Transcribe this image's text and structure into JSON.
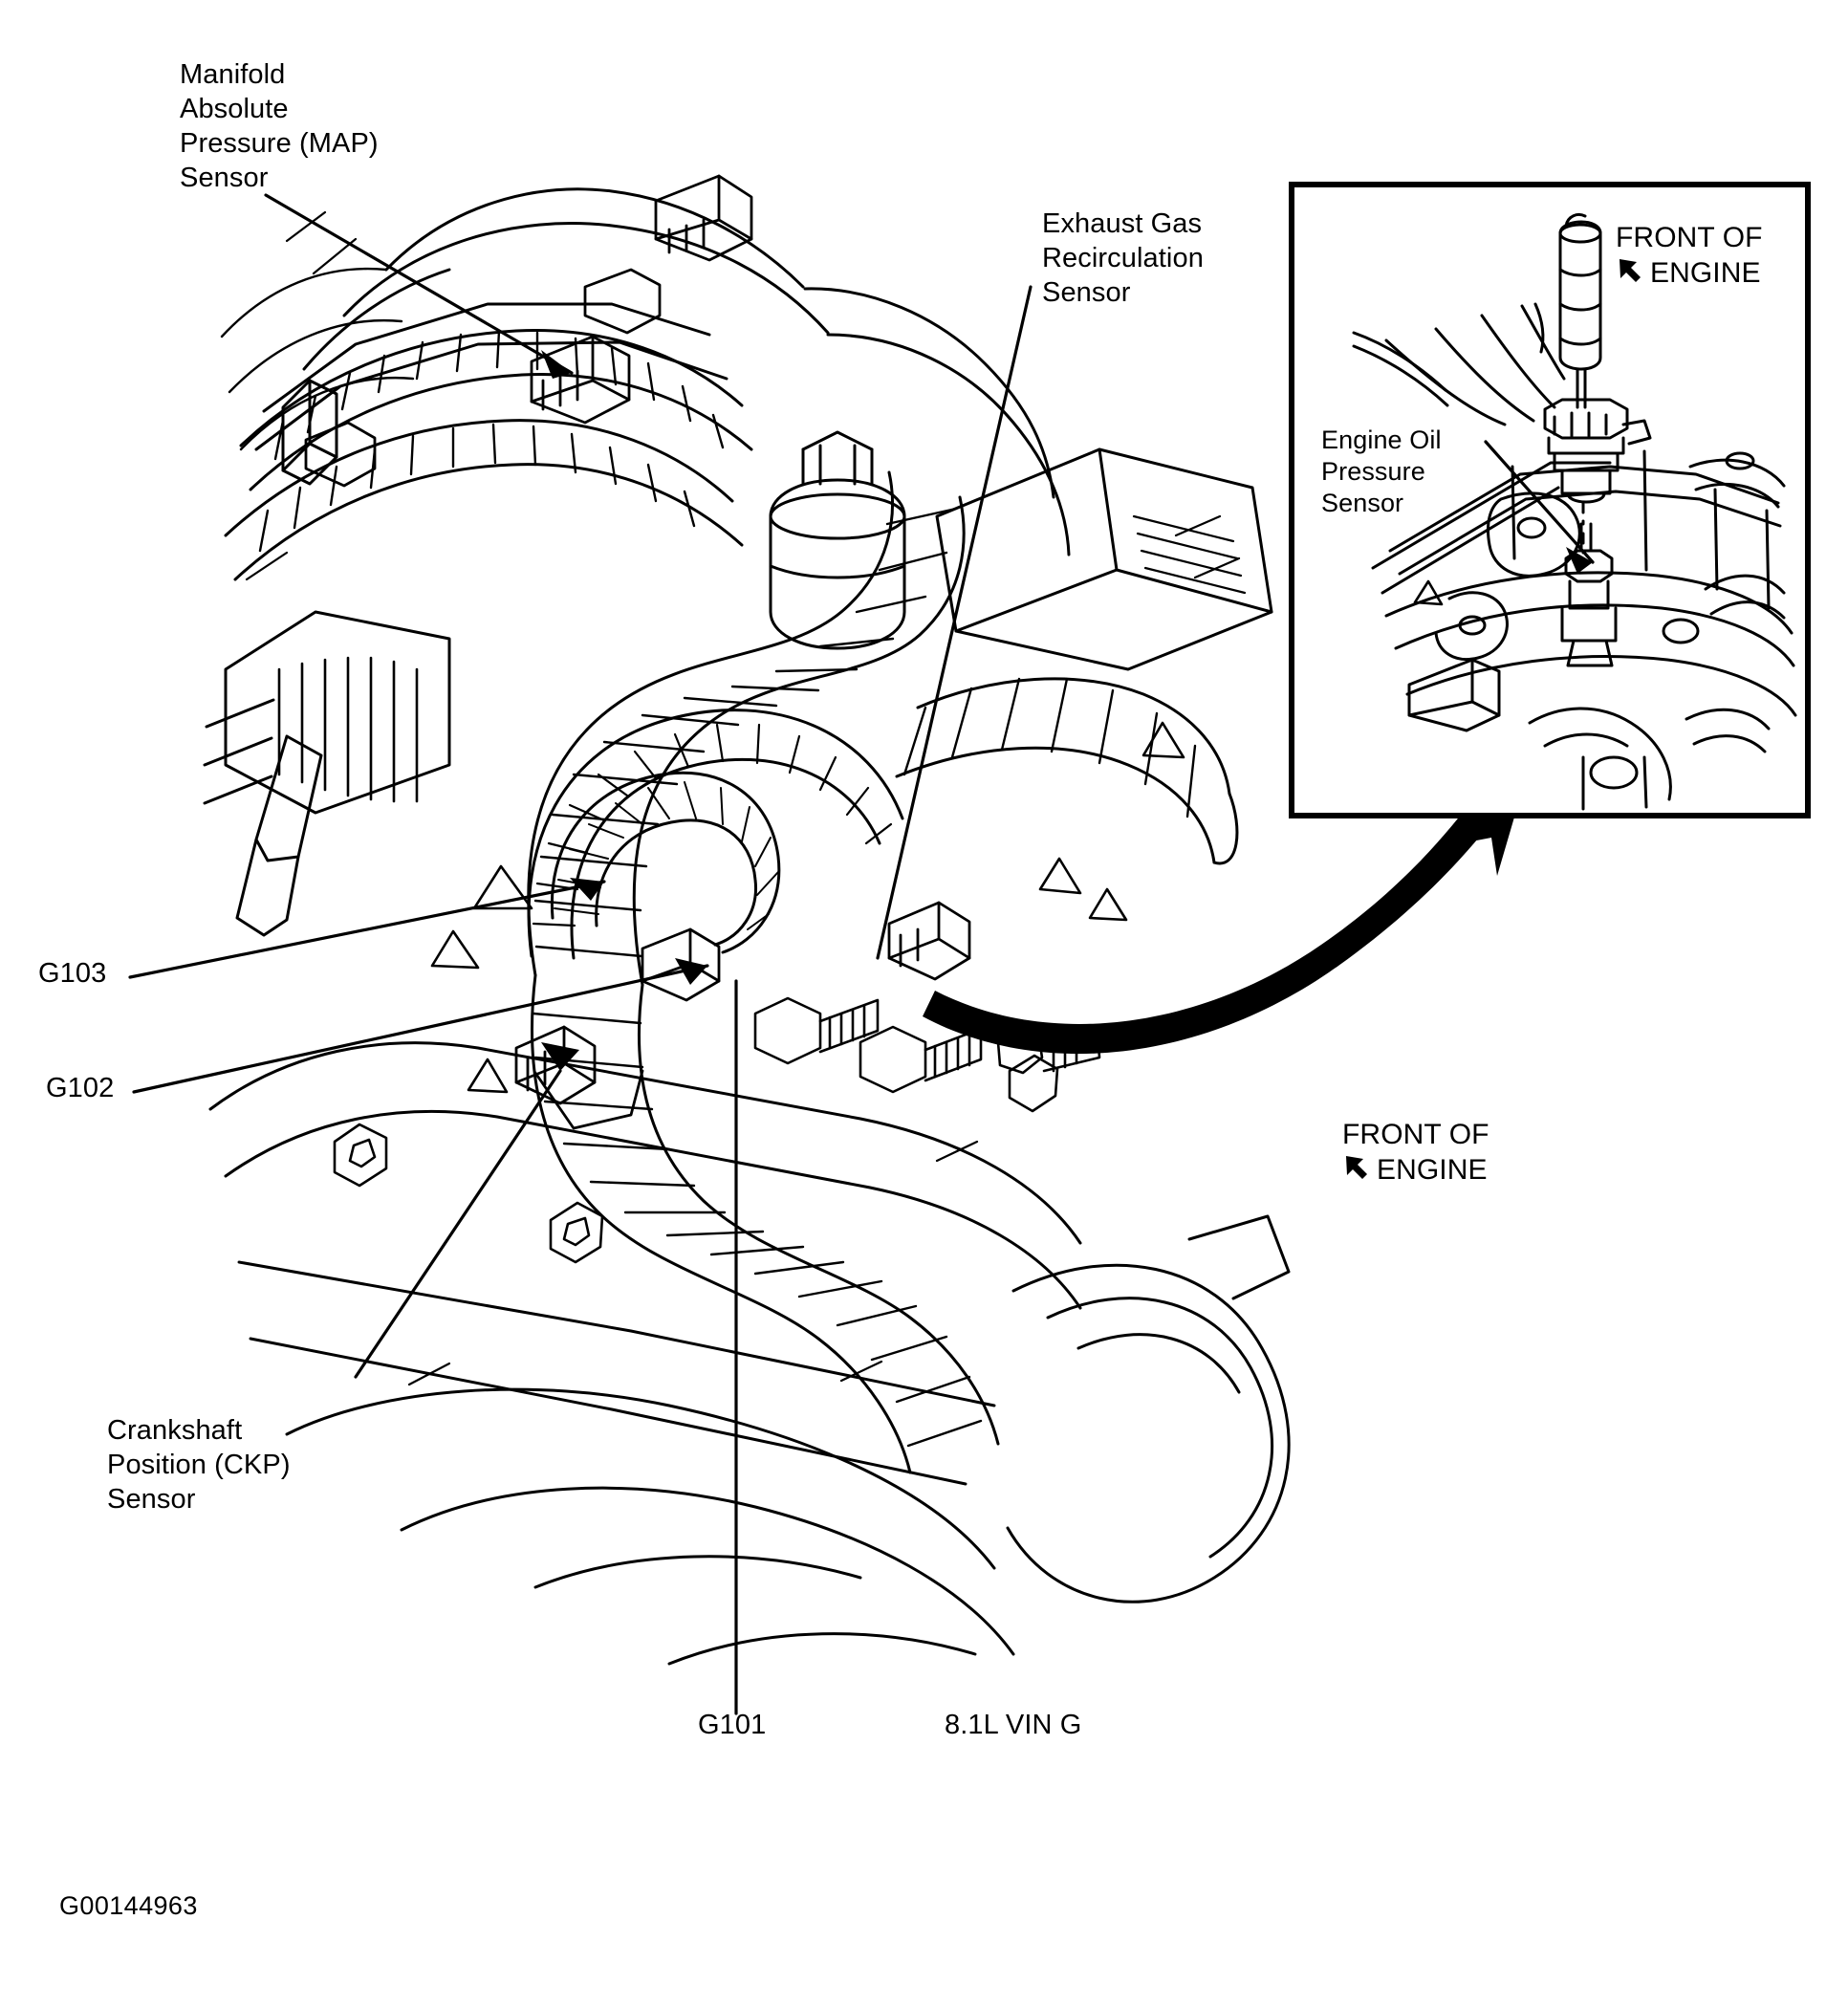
{
  "figure": {
    "id": "G00144963",
    "engine_caption": "8.1L VIN G"
  },
  "labels": {
    "map_sensor": "Manifold\nAbsolute\nPressure (MAP)\nSensor",
    "egr_sensor": "Exhaust Gas\nRecirculation\nSensor",
    "ckp_sensor": "Crankshaft\nPosition (CKP)\nSensor",
    "oil_pressure_sensor": "Engine Oil\nPressure\nSensor",
    "ground_g103": "G103",
    "ground_g102": "G102",
    "ground_g101": "G101"
  },
  "orientation": {
    "main": {
      "line1": "FRONT OF",
      "line2": "ENGINE",
      "arrow": "up-left-arrow-icon"
    },
    "inset": {
      "line1": "FRONT OF",
      "line2": "ENGINE",
      "arrow": "up-left-arrow-icon"
    }
  },
  "colors": {
    "ink": "#000000",
    "paper": "#ffffff"
  }
}
